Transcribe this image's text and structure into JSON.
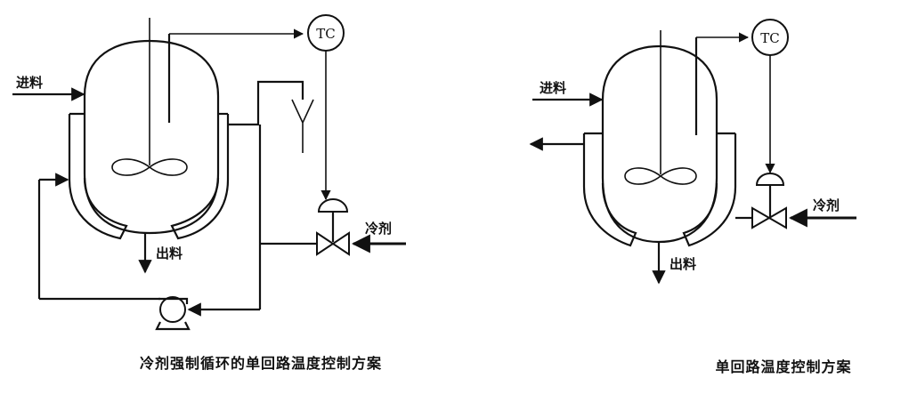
{
  "left_diagram": {
    "labels": {
      "feed": "进料",
      "discharge": "出料",
      "coolant": "冷剂",
      "controller": "TC"
    },
    "caption": "冷剂强制循环的单回路温度控制方案"
  },
  "right_diagram": {
    "labels": {
      "feed": "进料",
      "discharge": "出料",
      "coolant": "冷剂",
      "controller": "TC"
    },
    "caption": "单回路温度控制方案"
  }
}
